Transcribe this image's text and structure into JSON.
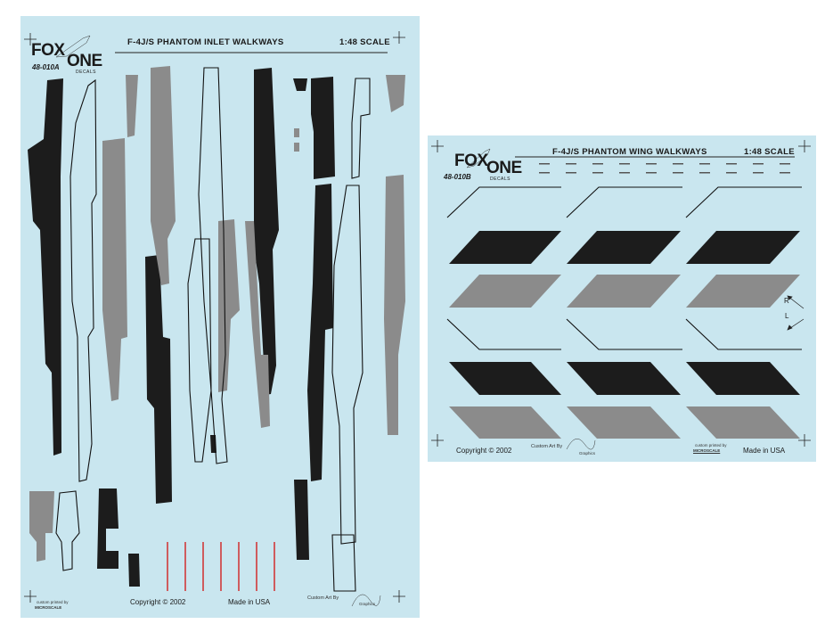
{
  "sheet_a": {
    "logo_word1": "FOX",
    "logo_word2": "ONE",
    "logo_sub": "DECALS",
    "code": "48-010A",
    "title": "F-4J/S PHANTOM INLET WALKWAYS",
    "scale": "1:48 SCALE",
    "printer_line1": "custom printed by",
    "printer_line2": "MICROSCALE",
    "copyright": "Copyright © 2002",
    "made_in": "Made in USA",
    "custom_art": "Custom Art By",
    "graphics": "Graphics"
  },
  "sheet_b": {
    "logo_word1": "FOX",
    "logo_word2": "ONE",
    "logo_sub": "DECALS",
    "code": "48-010B",
    "title": "F-4J/S PHANTOM WING WALKWAYS",
    "scale": "1:48 SCALE",
    "side_label_r": "R",
    "side_label_l": "L",
    "copyright": "Copyright © 2002",
    "custom_art": "Custom Art By",
    "graphics": "Graphics",
    "printer_line1": "custom printed by",
    "printer_line2": "MICROSCALE",
    "made_in": "Made in USA"
  },
  "colors": {
    "sheet": "#c9e6ef",
    "black_decal": "#1c1c1c",
    "grey_decal": "#8b8b8b",
    "red_stripe": "#d22020"
  }
}
